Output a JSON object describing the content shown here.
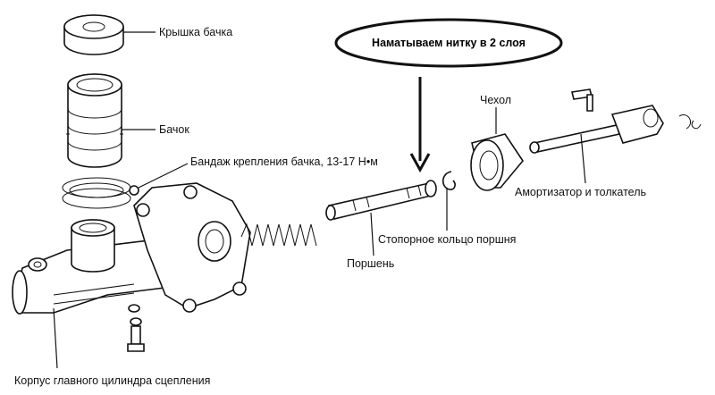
{
  "labels": {
    "cap": "Крышка бачка",
    "reservoir": "Бачок",
    "band": "Бандаж крепления бачка, 13-17 Н•м",
    "boot": "Чехол",
    "pushrod": "Амортизатор и толкатель",
    "snap_ring": "Стопорное кольцо поршня",
    "piston": "Поршень",
    "body": "Корпус главного цилиндра сцепления"
  },
  "annotation": {
    "text": "Наматываем нитку в 2 слоя"
  },
  "colors": {
    "ink": "#111111",
    "background": "#ffffff"
  }
}
